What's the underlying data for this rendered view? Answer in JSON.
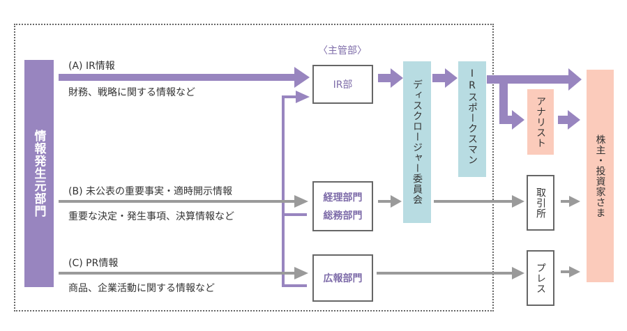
{
  "source": {
    "label": "情報発生元部門"
  },
  "flows": [
    {
      "id": "A",
      "title": "(A) IR情報",
      "subtitle": "財務、戦略に関する情報など"
    },
    {
      "id": "B",
      "title": "(B) 未公表の重要事実・適時開示情報",
      "subtitle": "重要な決定・発生事項、決算情報など"
    },
    {
      "id": "C",
      "title": "(C) PR情報",
      "subtitle": "商品、企業活動に関する情報など"
    }
  ],
  "managing_dept_label": "〈主管部〉",
  "departments": {
    "ir": "IR部",
    "accounting": "経理部門",
    "general_affairs": "総務部門",
    "pr": "広報部門"
  },
  "committee": "ディスクロージャー委員会",
  "spokesman": "IRスポークスマン",
  "analyst": "アナリスト",
  "exchange": "取引所",
  "press": "プレス",
  "shareholders": "株主・投資家さま",
  "colors": {
    "purple": "#9885bf",
    "purple_text": "#7e6ca9",
    "grey_arrow": "#9a9a9a",
    "teal": "#b8dce2",
    "salmon": "#fbcbbb"
  }
}
